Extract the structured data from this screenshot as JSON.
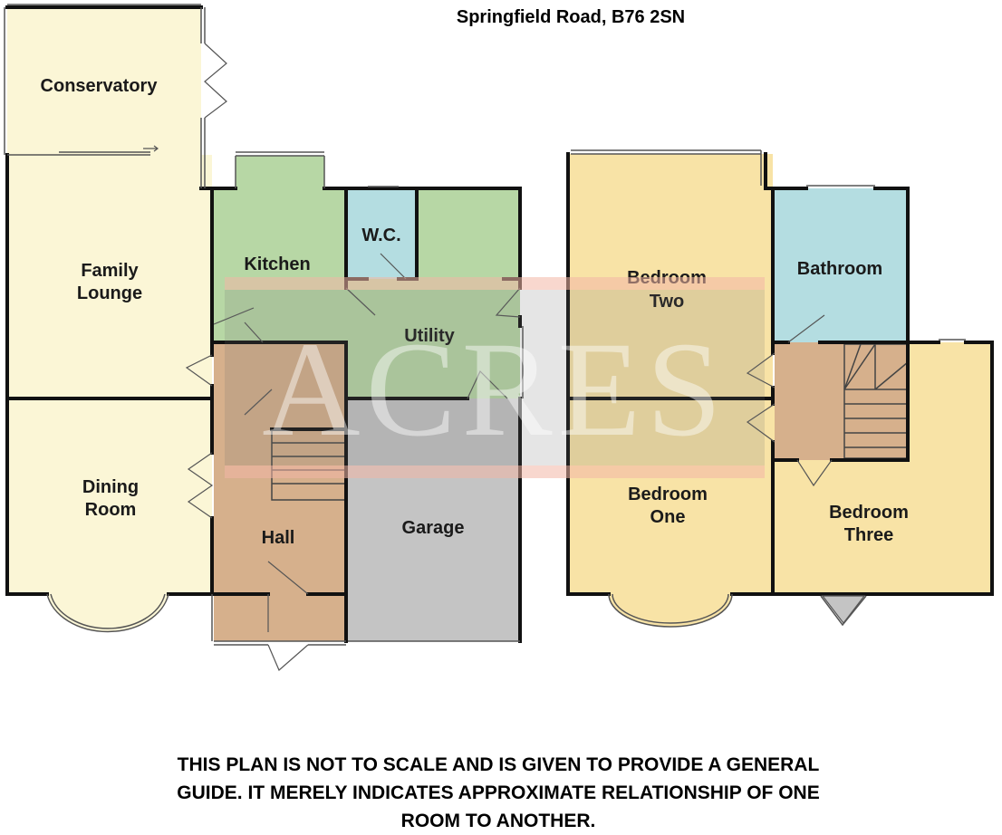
{
  "title": "Springfield Road, B76 2SN",
  "watermark": "ACRES",
  "disclaimer": [
    "THIS PLAN IS NOT TO SCALE AND IS GIVEN TO PROVIDE A GENERAL",
    "GUIDE. IT MERELY INDICATES APPROXIMATE RELATIONSHIP OF ONE",
    "ROOM TO ANOTHER."
  ],
  "rooms": {
    "conservatory": "Conservatory",
    "family_lounge": [
      "Family",
      "Lounge"
    ],
    "dining_room": [
      "Dining",
      "Room"
    ],
    "kitchen": "Kitchen",
    "wc": "W.C.",
    "utility": "Utility",
    "hall": "Hall",
    "garage": "Garage",
    "bedroom_two": [
      "Bedroom",
      "Two"
    ],
    "bathroom": "Bathroom",
    "bedroom_one": [
      "Bedroom",
      "One"
    ],
    "bedroom_three": [
      "Bedroom",
      "Three"
    ]
  },
  "colors": {
    "cream": "#fbf6d6",
    "green": "#b7d7a5",
    "blue": "#b4dde1",
    "tan": "#d6b08c",
    "grey": "#c4c4c4",
    "yellow": "#f8e3a6",
    "wall": "#111111",
    "watermark_band": "#f2b7a6"
  }
}
